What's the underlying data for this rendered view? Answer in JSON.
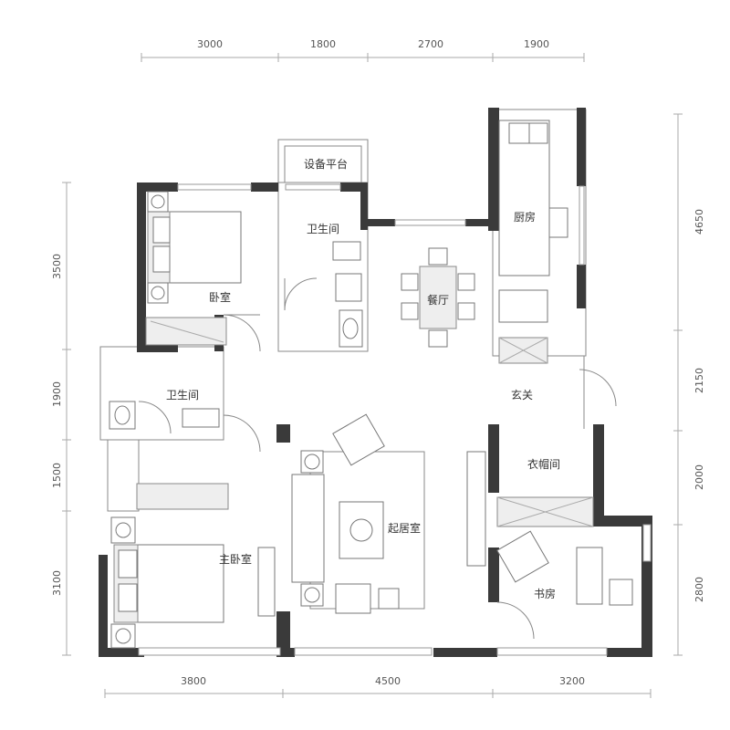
{
  "top_dimensions": [
    "3000",
    "1800",
    "2700",
    "1900"
  ],
  "bottom_dimensions": [
    "3800",
    "4500",
    "3200"
  ],
  "left_dimensions": [
    "3500",
    "1900",
    "1500",
    "3100"
  ],
  "right_dimensions": [
    "4650",
    "2150",
    "2000",
    "2800"
  ],
  "rooms": {
    "equipment_platform": "设备平台",
    "bathroom_upper": "卫生间",
    "bedroom": "卧室",
    "kitchen": "厨房",
    "dining": "餐厅",
    "bathroom_left": "卫生间",
    "entrance": "玄关",
    "cloakroom": "衣帽间",
    "living_room": "起居室",
    "master_bedroom": "主卧室",
    "study": "书房"
  }
}
